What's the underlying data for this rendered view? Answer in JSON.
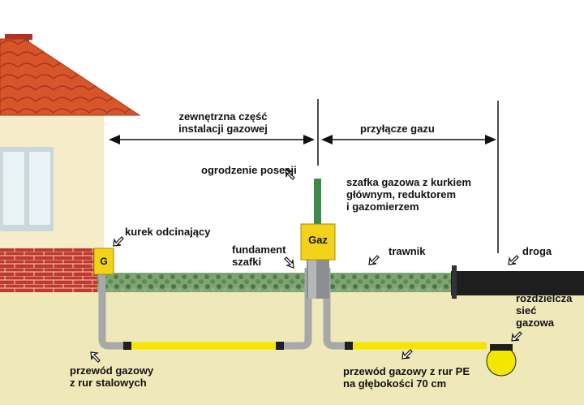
{
  "colors": {
    "soil": "#efe8b8",
    "grass": "#6f9a63",
    "wall": "#f6ecc9",
    "brick": "#c0392b",
    "roof": "#d8552a",
    "window_frame": "#c9d8dd",
    "window_glass": "#e9f3f6",
    "pipe_grey": "#a6a8aa",
    "pipe_yellow": "#f5e600",
    "cabinet": "#f2d31a",
    "road": "#1e1e1e"
  },
  "labels": {
    "external_part": "zewnętrzna część\ninstalacji gazowej",
    "connection": "przyłącze gazu",
    "fence": "ogrodzenie posesji",
    "cabinet_desc": "szafka gazowa z kurkiem\ngłównym, reduktorem\ni gazomierzem",
    "valve": "kurek odcinający",
    "foundation": "fundament\nszafki",
    "lawn": "trawnik",
    "road": "droga",
    "network": "rozdzielcza\nsieć\ngazowa",
    "steel_pipe": "przewód gazowy\nz rur stalowych",
    "pe_pipe": "przewód gazowy z rur PE\nna głębokości 70 cm",
    "cabinet_sign": "Gaz",
    "valve_box_sign": "G"
  },
  "icons": [
    "pointer-arrow-icon",
    "dimension-arrow-icon"
  ]
}
